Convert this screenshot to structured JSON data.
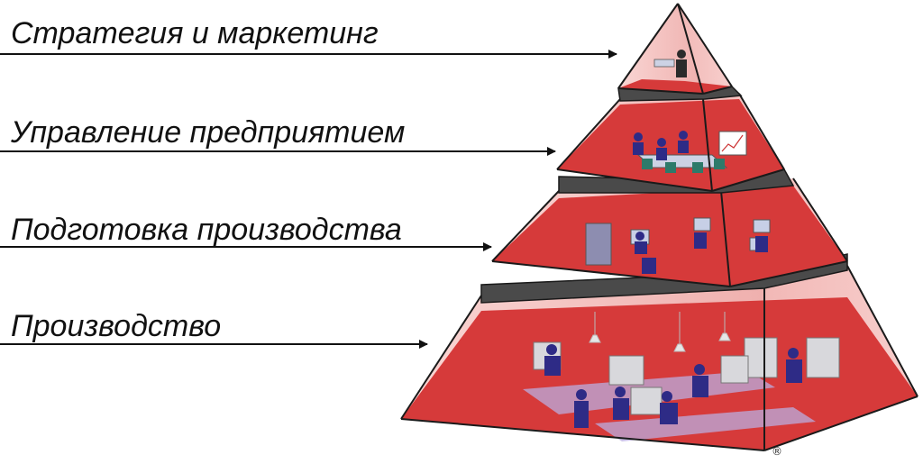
{
  "levels": [
    {
      "label": "Стратегия и маркетинг",
      "scene": "person-at-desk"
    },
    {
      "label": "Управление предприятием",
      "scene": "meeting-table"
    },
    {
      "label": "Подготовка производства",
      "scene": "engineering-workstations"
    },
    {
      "label": "Производство",
      "scene": "factory-floor-machines"
    }
  ],
  "mark": "®",
  "colors": {
    "floor": "#d63a3a",
    "wall_light": "#f6c8c6",
    "wall_mid": "#eea8a6",
    "slab": "#4a4a4a",
    "arrow": "#111111"
  }
}
